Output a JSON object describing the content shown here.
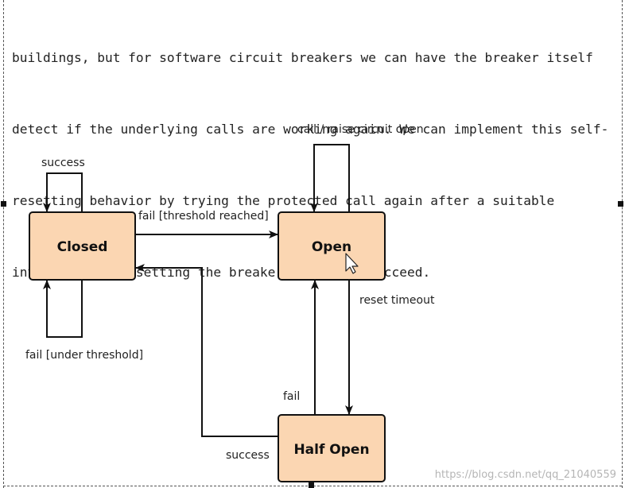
{
  "document": {
    "lines": [
      "buildings, but for software circuit breakers we can have the breaker itself",
      "detect if the underlying calls are working again. We can implement this self-",
      "resetting behavior by trying the protected call again after a suitable",
      "interval, and resetting the breaker should it succeed."
    ]
  },
  "diagram": {
    "states": {
      "closed": "Closed",
      "open": "Open",
      "half_open": "Half Open"
    },
    "labels": {
      "closed_success_loop": "success",
      "closed_fail_loop": "fail [under threshold]",
      "closed_to_open": "fail [threshold reached]",
      "open_loop": "call / raise circuit open",
      "open_to_half_open": "reset timeout",
      "half_open_to_open": "fail",
      "half_open_to_closed": "success"
    },
    "colors": {
      "state_fill": "#fbd6b2",
      "state_stroke": "#111111"
    }
  },
  "watermark": "https://blog.csdn.net/qq_21040559"
}
